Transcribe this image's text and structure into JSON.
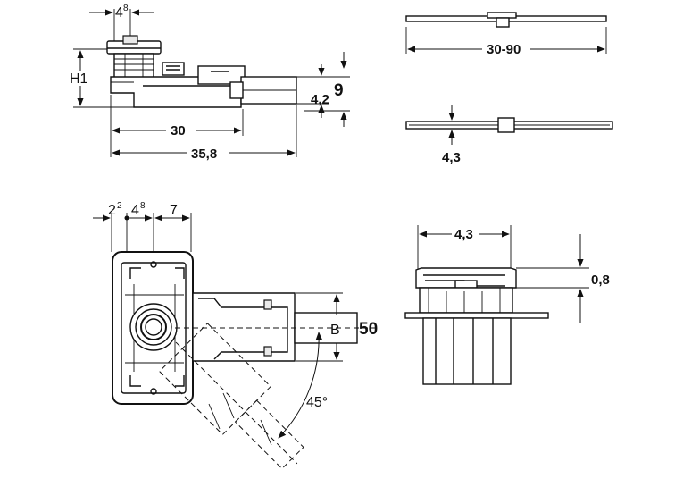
{
  "side_view": {
    "dim_top": "4",
    "dim_top_sup": "8",
    "dim_height": "H1",
    "dim_outlet_height": "9",
    "dim_outlet_diameter": "4,2",
    "dim_body_length": "30",
    "dim_total_length": "35,8"
  },
  "channel_top": {
    "dim_length": "30-90"
  },
  "channel_section": {
    "dim_width": "4,3"
  },
  "plan_view": {
    "dim_a": "2",
    "dim_a_sup": "2",
    "dim_b": "4",
    "dim_b_sup": "8",
    "dim_c": "7",
    "dim_outlet_label": "B",
    "dim_outlet_size": "50",
    "dim_angle": "45°"
  },
  "front_view": {
    "dim_width": "4,3",
    "dim_offset": "0,8"
  }
}
